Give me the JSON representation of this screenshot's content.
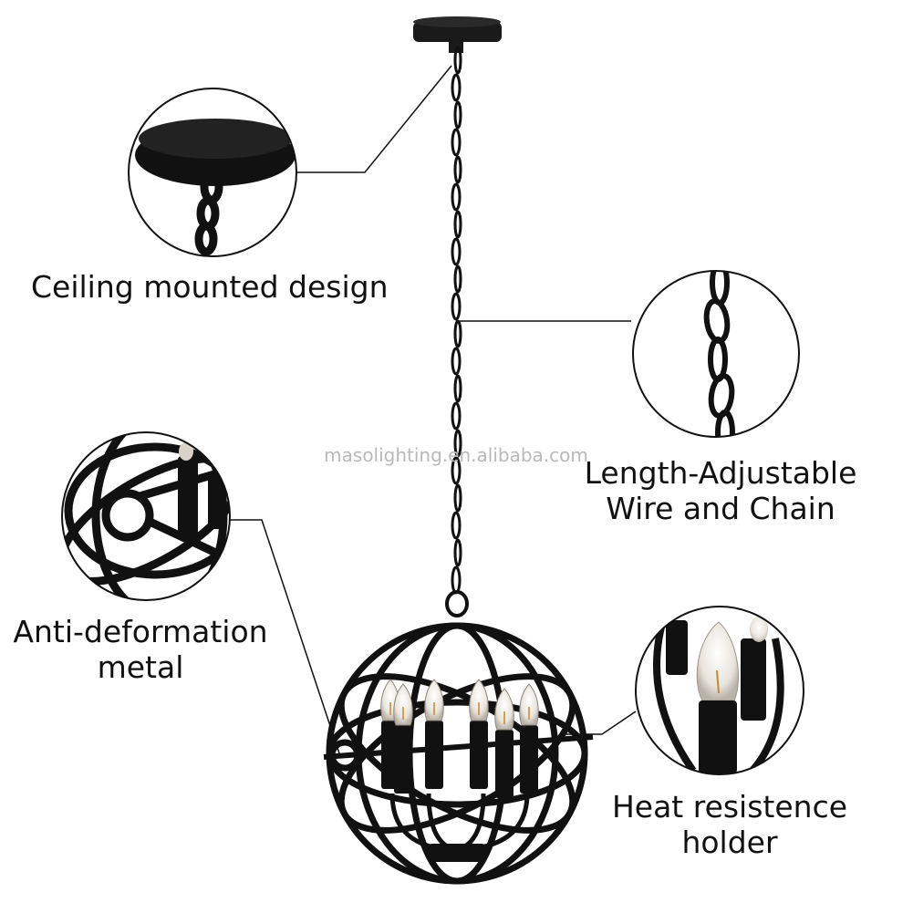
{
  "labels": {
    "ceiling": {
      "text": "Ceiling mounted design"
    },
    "chain": {
      "line1": "Length-Adjustable",
      "line2": "Wire and Chain"
    },
    "metal": {
      "line1": "Anti-deformation",
      "line2": "metal"
    },
    "heat": {
      "line1": "Heat resistence",
      "line2": "holder"
    }
  },
  "watermark": "masolighting.en.alibaba.com",
  "colors": {
    "metal": "#111111",
    "background": "#ffffff",
    "bulb": "#e8e4dc",
    "filament": "#c8872d"
  },
  "product": "black orb pendant chandelier with candle bulbs"
}
